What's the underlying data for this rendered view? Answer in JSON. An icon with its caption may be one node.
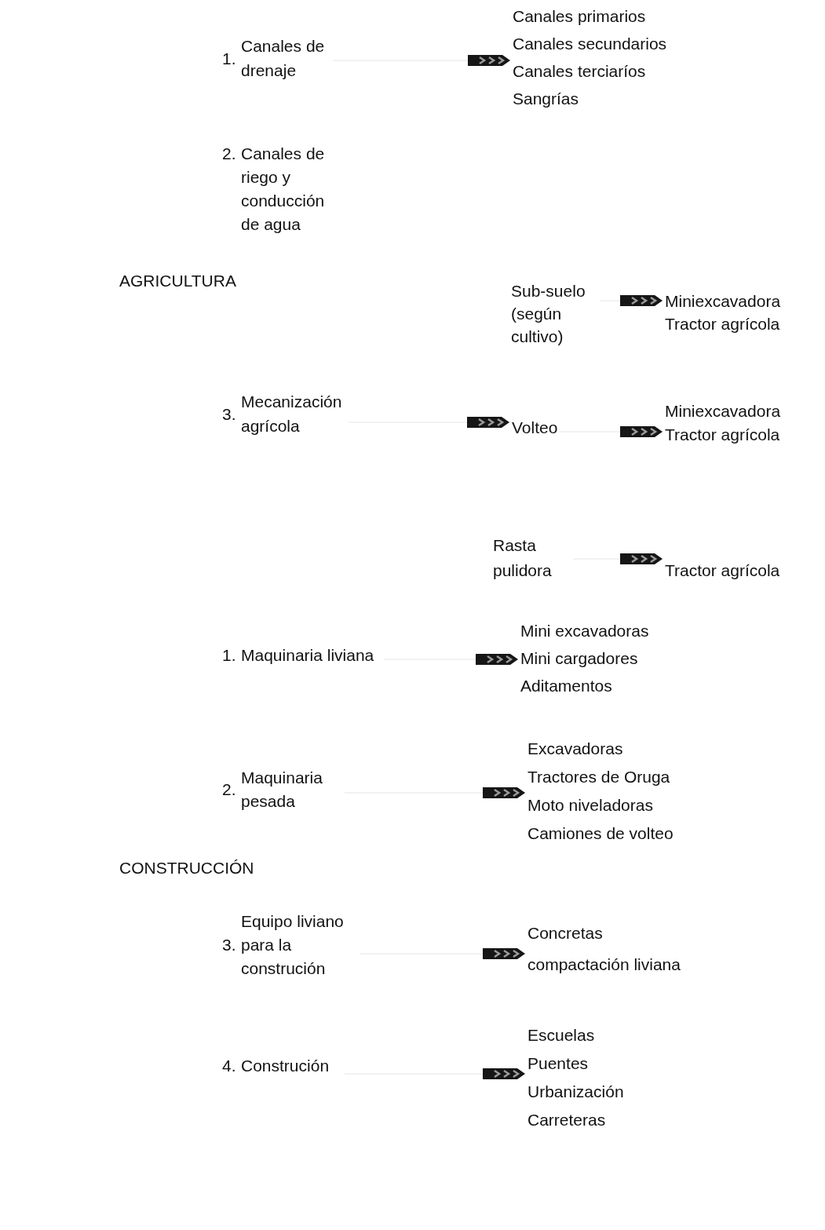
{
  "diagram": {
    "nodes": [
      {
        "text": [
          "AGRICULTURA"
        ]
      },
      {
        "text": [
          "1.",
          "Canales de drenaje"
        ]
      },
      {
        "text": [
          "Canales primarios",
          "Canales secundarios",
          "Canales terciaríos",
          "Sangrías"
        ]
      },
      {
        "text": [
          "2.",
          "Canales de riego y conducción de agua"
        ]
      },
      {
        "text": [
          "3.",
          "Mecanización agrícola"
        ]
      },
      {
        "text": [
          "Sub-suelo (según cultivo)"
        ]
      },
      {
        "text": [
          "Miniexcavadora",
          "Tractor agrícola"
        ]
      },
      {
        "text": [
          "Volteo"
        ]
      },
      {
        "text": [
          "Miniexcavadora",
          "Tractor agrícola"
        ]
      },
      {
        "text": [
          "Rasta pulidora"
        ]
      },
      {
        "text": [
          "Tractor agrícola"
        ]
      },
      {
        "text": [
          "CONSTRUCCIÓN"
        ]
      },
      {
        "text": [
          "1.",
          "Maquinaria liviana"
        ]
      },
      {
        "text": [
          "Mini excavadoras",
          "Mini cargadores",
          "Aditamentos"
        ]
      },
      {
        "text": [
          "2.",
          "Maquinaria pesada"
        ]
      },
      {
        "text": [
          "Excavadoras",
          "Tractores de Oruga",
          "Moto niveladoras",
          "Camiones de volteo"
        ]
      },
      {
        "text": [
          "3.",
          "Equipo liviano para la construción"
        ]
      },
      {
        "text": [
          "Concretas",
          "compactación liviana"
        ]
      },
      {
        "text": [
          "4.",
          "Construción"
        ]
      },
      {
        "text": [
          "Escuelas",
          "Puentes",
          "Urbanización",
          "Carreteras"
        ]
      }
    ],
    "edges": [
      {
        "from": 1,
        "to": 2,
        "arrow": "to"
      },
      {
        "from": 4,
        "to": 7,
        "arrow": "to"
      },
      {
        "from": 5,
        "to": 6,
        "arrow": "to"
      },
      {
        "from": 7,
        "to": 8,
        "arrow": "to"
      },
      {
        "from": 9,
        "to": 10,
        "arrow": "to"
      },
      {
        "from": 12,
        "to": 13,
        "arrow": "to"
      },
      {
        "from": 14,
        "to": 15,
        "arrow": "to"
      },
      {
        "from": 16,
        "to": 17,
        "arrow": "to"
      },
      {
        "from": 18,
        "to": 19,
        "arrow": "to"
      }
    ]
  }
}
